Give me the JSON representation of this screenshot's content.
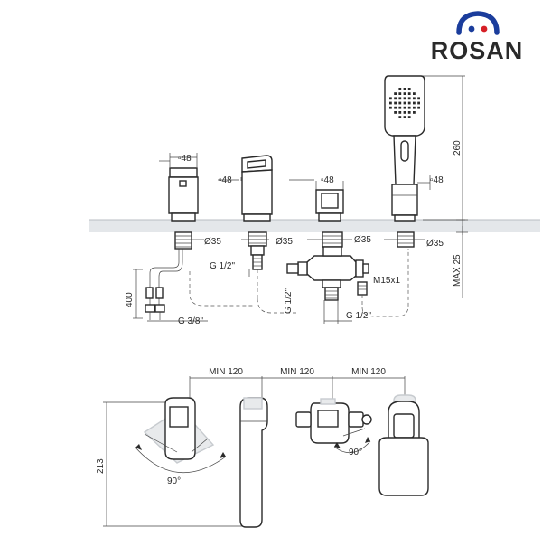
{
  "brand": {
    "name": "ROSAN",
    "color": "#1b3d9c",
    "dot_colors": [
      "#1b3d9c",
      "#d61f26"
    ]
  },
  "elevation": {
    "width_labels": [
      "▫48",
      "▫48",
      "▫48",
      "▫48"
    ],
    "hose_dia_labels": [
      "Ø35",
      "Ø35",
      "Ø35",
      "Ø35"
    ],
    "thread_left": "G 1/2\"",
    "thread_mid_vertical": "G 1/2\"",
    "thread_bottom_right": "G 1/2\"",
    "hose_thread": "G 3/8\"",
    "m_thread": "M15x1",
    "hose_length": "400",
    "shower_height": "260",
    "deck_max": "MAX 25"
  },
  "plan": {
    "min_spacings": [
      "MIN 120",
      "MIN 120",
      "MIN 120"
    ],
    "depth": "213",
    "angles": [
      "90°",
      "90°"
    ]
  }
}
